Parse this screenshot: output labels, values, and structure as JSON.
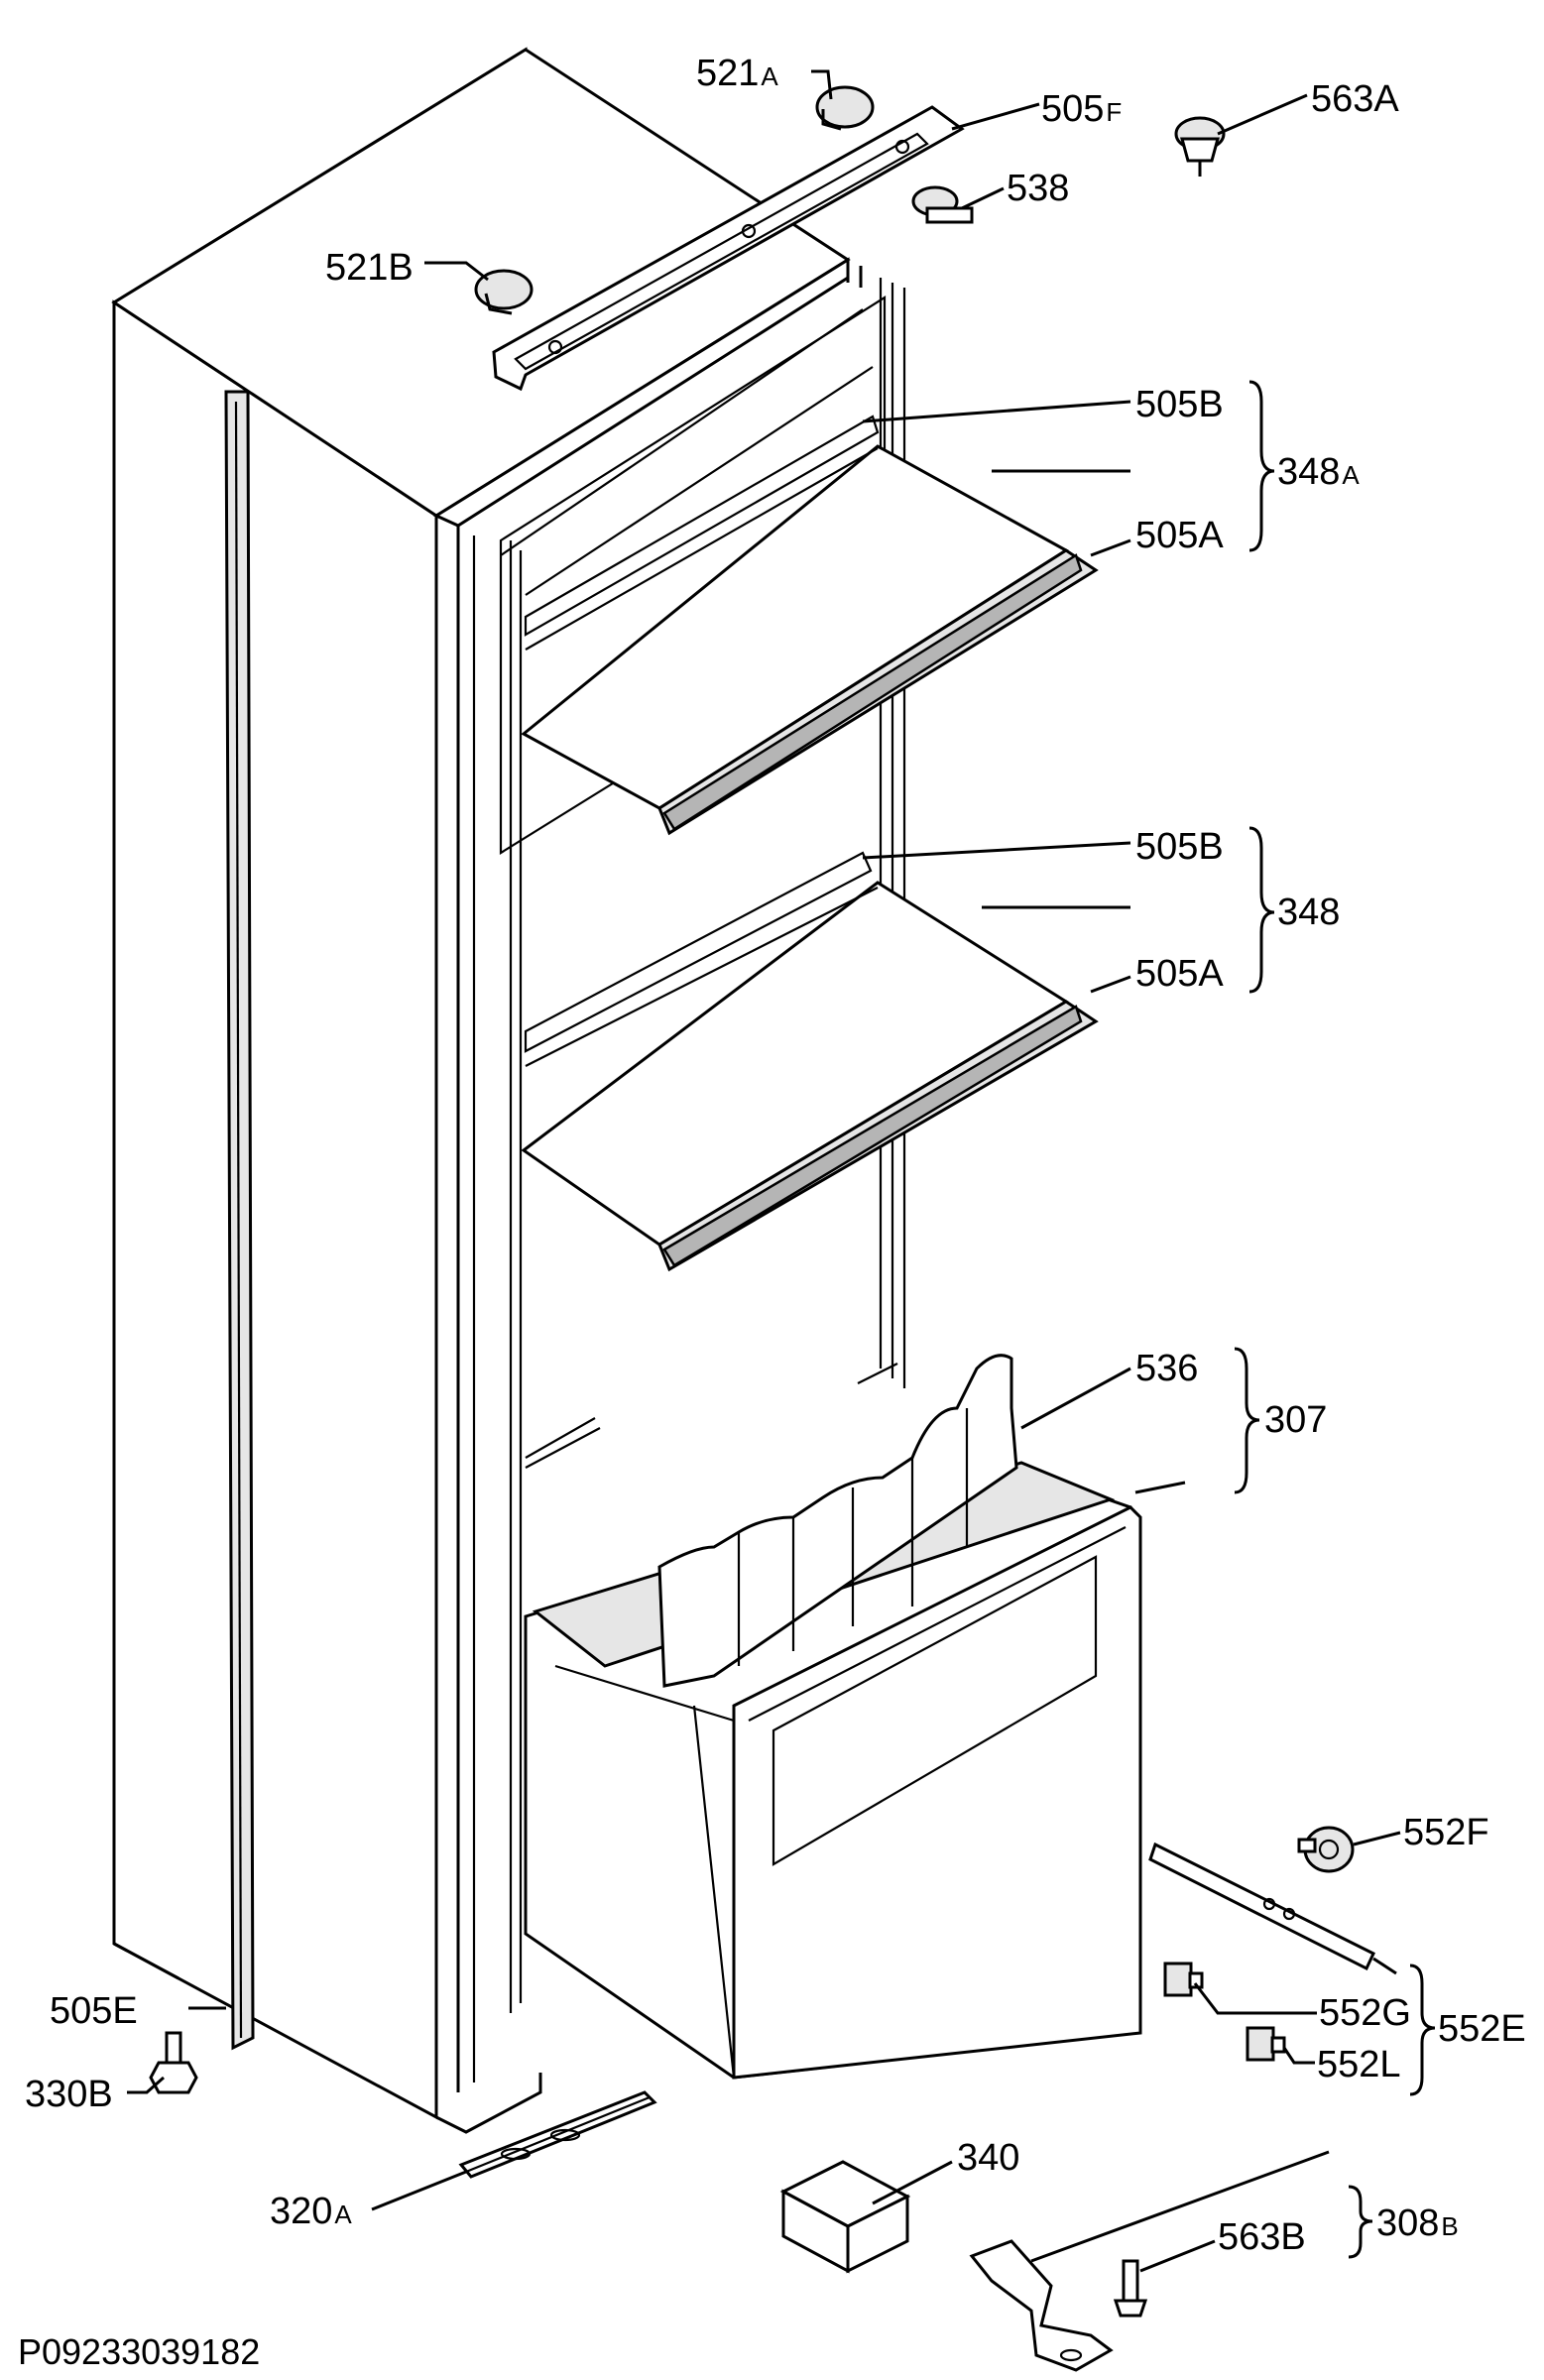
{
  "labels": {
    "l521a": {
      "main": "521",
      "sub": "A"
    },
    "l505f": {
      "main": "505",
      "sub": "F"
    },
    "l563a": {
      "main": "563A"
    },
    "l538": {
      "main": "538"
    },
    "l521b": {
      "main": "521B"
    },
    "l505b_1": {
      "main": "505B"
    },
    "l348a": {
      "main": "348",
      "sub": "A"
    },
    "l505a_1": {
      "main": "505A"
    },
    "l505b_2": {
      "main": "505B"
    },
    "l348": {
      "main": "348"
    },
    "l505a_2": {
      "main": "505A"
    },
    "l536": {
      "main": "536"
    },
    "l307": {
      "main": "307"
    },
    "l552f": {
      "main": "552F"
    },
    "l552g": {
      "main": "552G"
    },
    "l552e": {
      "main": "552E"
    },
    "l552l": {
      "main": "552L"
    },
    "l505e": {
      "main": "505E"
    },
    "l330b": {
      "main": "330B"
    },
    "l340": {
      "main": "340"
    },
    "l308b": {
      "main": "308",
      "sub": "B"
    },
    "l563b": {
      "main": "563B"
    },
    "l320a": {
      "main": "320",
      "sub": "A"
    }
  },
  "drawing_code": "P09233039182"
}
